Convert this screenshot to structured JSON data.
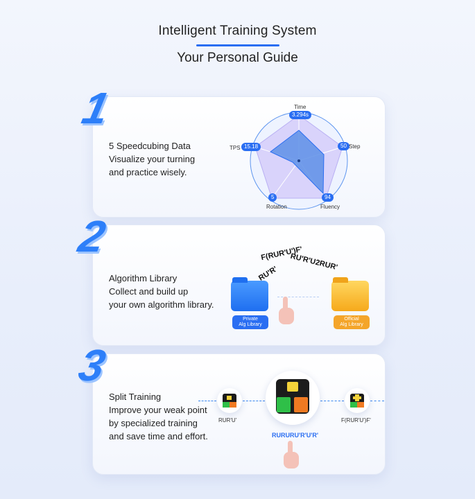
{
  "header": {
    "title": "Intelligent Training System",
    "subtitle": "Your Personal Guide"
  },
  "cards": [
    {
      "number": "1",
      "lines": [
        "5 Speedcubing Data",
        "Visualize your turning",
        "and practice wisely."
      ],
      "radar": {
        "axes": [
          {
            "label": "Time",
            "value": "3.294s"
          },
          {
            "label": "Step",
            "value": "50"
          },
          {
            "label": "Fluency",
            "value": "94"
          },
          {
            "label": "Rotation",
            "value": "5"
          },
          {
            "label": "TPS",
            "value": "15.18"
          }
        ]
      }
    },
    {
      "number": "2",
      "lines": [
        "Algorithm Library",
        "Collect and build up",
        "your own algorithm library."
      ],
      "algorithms": [
        "F(RUR'U')F'",
        "RU'R'",
        "RU'R'U2RUR'"
      ],
      "folders": [
        {
          "label_line1": "Private",
          "label_line2": "Alg Library"
        },
        {
          "label_line1": "Official",
          "label_line2": "Alg Library"
        }
      ]
    },
    {
      "number": "3",
      "lines": [
        "Split Training",
        "Improve your weak point",
        "by specialized training",
        "and save time and effort."
      ],
      "cubes": [
        {
          "label": "RUR'U'"
        },
        {
          "label": "RURURU'R'U'R'"
        },
        {
          "label": "F(RUR'U')F'"
        }
      ]
    }
  ],
  "colors": {
    "accent": "#2a6ef2",
    "number": "#2d7ff9",
    "orange": "#f4a52a"
  },
  "icons": {
    "hand": "pointing-hand-icon",
    "folder": "folder-icon"
  }
}
